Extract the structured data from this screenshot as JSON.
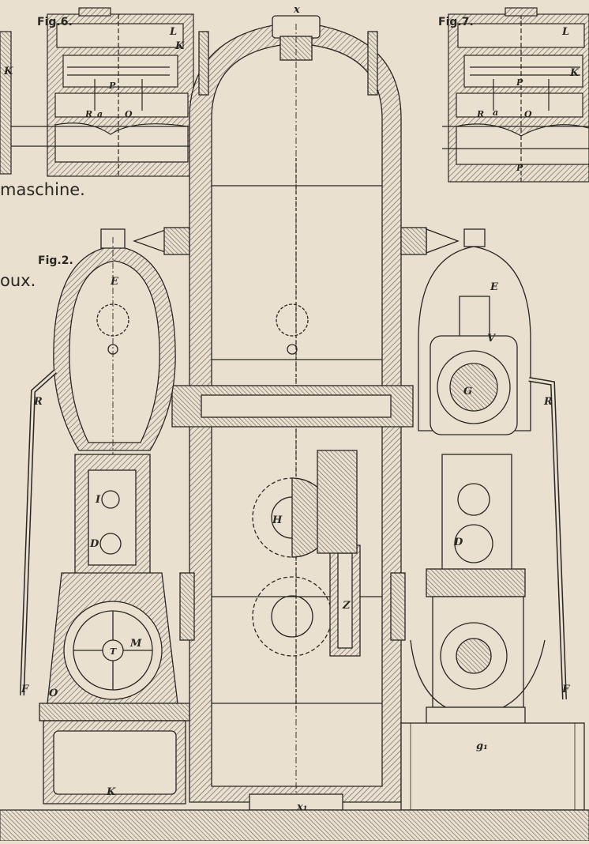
{
  "sheet": {
    "fig6_title": "Fig.6.",
    "fig7_title": "Fig.7.",
    "fig2_title": "Fig.2.",
    "caption_fragment_1": "maschine.",
    "caption_fragment_2": "oux.",
    "paper_color": "#e9e0d0",
    "ink_color": "#2a2622",
    "hatch_color": "#6b625a"
  },
  "labels": {
    "fig6": [
      "L",
      "K",
      "K",
      "P",
      "R",
      "a",
      "O"
    ],
    "fig7": [
      "L",
      "K",
      "P",
      "R",
      "a",
      "O",
      "P"
    ],
    "tank_top": "x",
    "tank_bottom": "x₁",
    "left_pump": [
      "E",
      "R",
      "I",
      "D",
      "M",
      "T",
      "F",
      "O",
      "K"
    ],
    "tank": [
      "H",
      "Z"
    ],
    "right_pump": [
      "E",
      "V",
      "G",
      "R",
      "D",
      "F",
      "g₁"
    ]
  }
}
